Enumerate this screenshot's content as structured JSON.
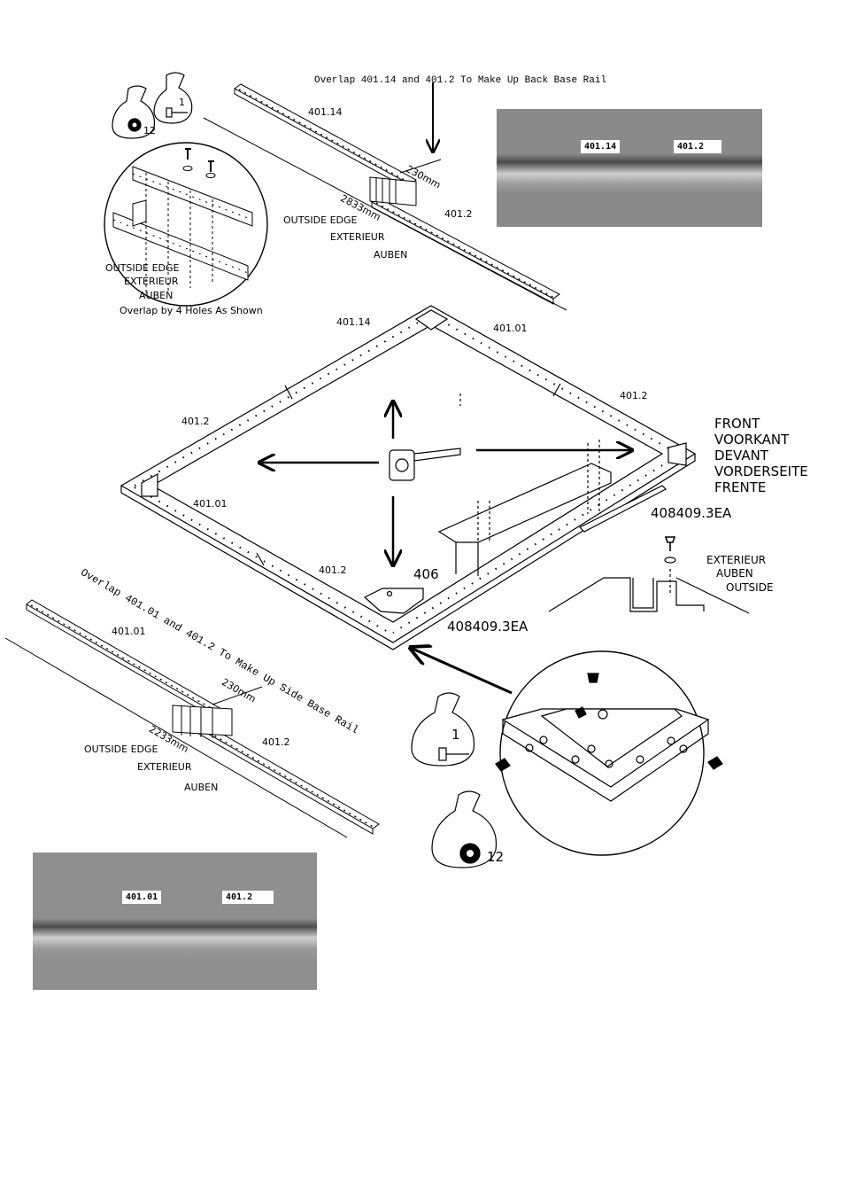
{
  "top": {
    "overlap_caption": "Overlap 401.14 and 401.2 To Make Up Back Base Rail",
    "part_a": "401.14",
    "part_b": "401.2",
    "overlap_length": "230mm",
    "total_length": "2833mm",
    "outside_edge": "OUTSIDE EDGE",
    "exterieur": "EXTERIEUR",
    "auben": "AUBEN",
    "inset_outside_edge": "OUTSIDE EDGE",
    "inset_exterieur": "EXTERIEUR",
    "inset_auben": "AUBEN",
    "inset_caption": "Overlap by 4 Holes As Shown",
    "bag_washers_qty": "12",
    "bag_screws_qty": "1",
    "photo_tag_a": "401.14",
    "photo_tag_b": "401.2"
  },
  "main": {
    "back_rail": "401.14",
    "right_back_rail": "401.01",
    "right_front_rail": "401.2",
    "left_back_rail": "401.2",
    "left_front_rail": "401.01",
    "front_rail": "401.2",
    "bracket": "406",
    "support_right": "408409.3EA",
    "support_front": "408409.3EA",
    "front_labels": [
      "FRONT",
      "VOORKANT",
      "DEVANT",
      "VORDERSEITE",
      "FRENTE"
    ]
  },
  "profile_detail": {
    "exterieur": "EXTERIEUR",
    "auben": "AUBEN",
    "outside": "OUTSIDE"
  },
  "bottom": {
    "overlap_caption": "Overlap 401.01 and 401.2 To Make Up Side Base Rail",
    "part_a": "401.01",
    "part_b": "401.2",
    "overlap_length": "230mm",
    "total_length": "2233mm",
    "outside_edge": "OUTSIDE EDGE",
    "exterieur": "EXTERIEUR",
    "auben": "AUBEN",
    "bag_screws_qty": "1",
    "bag_washers_qty": "12",
    "photo_tag_a": "401.01",
    "photo_tag_b": "401.2"
  }
}
